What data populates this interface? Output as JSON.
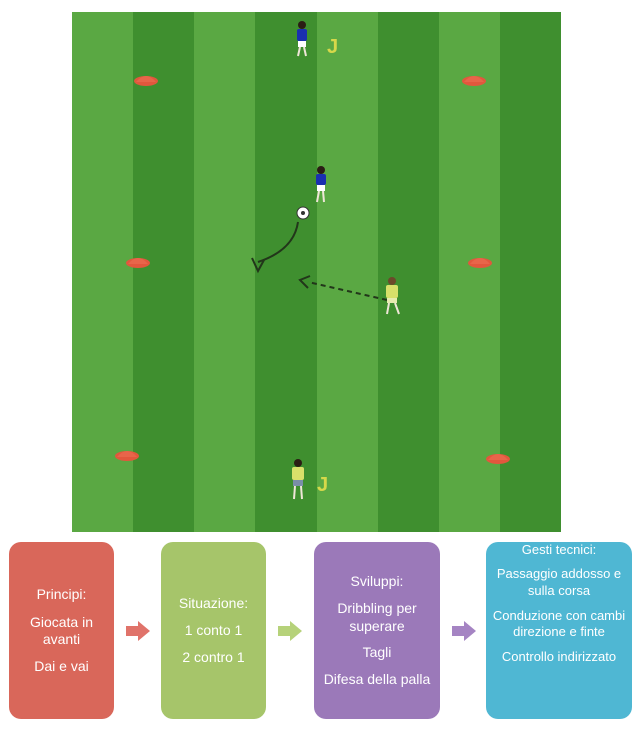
{
  "field": {
    "grass_dark": "#3f8f2f",
    "grass_light": "#5aa843",
    "cone_color": "#e2573d",
    "team_blue": "#1a2fb0",
    "team_yellow": "#d8e06a",
    "jersey_letter": "J"
  },
  "cards": [
    {
      "id": "principi",
      "color": "#d9675a",
      "title": "Principi:",
      "lines": [
        "Giocata in avanti",
        "Dai e vai"
      ]
    },
    {
      "id": "situazione",
      "color": "#a6c56a",
      "title": "Situazione:",
      "lines": [
        "1 conto 1",
        "2 contro 1"
      ]
    },
    {
      "id": "sviluppi",
      "color": "#9b79b9",
      "title": "Sviluppi:",
      "lines": [
        "Dribbling per superare",
        "Tagli",
        "Difesa della palla"
      ]
    },
    {
      "id": "gesti",
      "color": "#4fb7d3",
      "title": "Gesti tecnici:",
      "lines": [
        "Passaggio addosso e sulla corsa",
        "Conduzione con cambi direzione e finte",
        "Controllo indirizzato"
      ]
    }
  ],
  "arrows": [
    {
      "color": "#e0736a"
    },
    {
      "color": "#b6d27a"
    },
    {
      "color": "#a584c3"
    }
  ]
}
